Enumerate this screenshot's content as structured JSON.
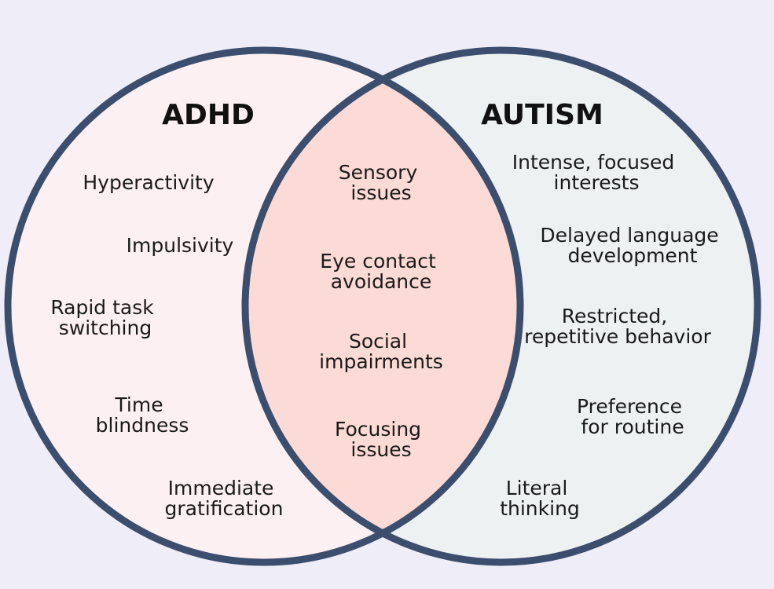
{
  "colors": {
    "background": "#efedf8",
    "left_fill": "#fcf0f2",
    "right_fill": "#eef1f2",
    "overlap_fill": "#fcdad5",
    "outline": "#3c4e6e"
  },
  "diagram": {
    "left": {
      "title": "ADHD",
      "items": [
        [
          "Hyperactivity"
        ],
        [
          "Impulsivity"
        ],
        [
          "Rapid task",
          "switching"
        ],
        [
          "Time",
          "blindness"
        ],
        [
          "Immediate",
          "gratification"
        ]
      ]
    },
    "right": {
      "title": "AUTISM",
      "items": [
        [
          "Intense, focused",
          "interests"
        ],
        [
          "Delayed language",
          "development"
        ],
        [
          "Restricted,",
          "repetitive behavior"
        ],
        [
          "Preference",
          "for routine"
        ],
        [
          "Literal",
          "thinking"
        ]
      ]
    },
    "overlap": {
      "items": [
        [
          "Sensory",
          "issues"
        ],
        [
          "Eye contact",
          "avoidance"
        ],
        [
          "Social",
          "impairments"
        ],
        [
          "Focusing",
          "issues"
        ]
      ]
    }
  }
}
